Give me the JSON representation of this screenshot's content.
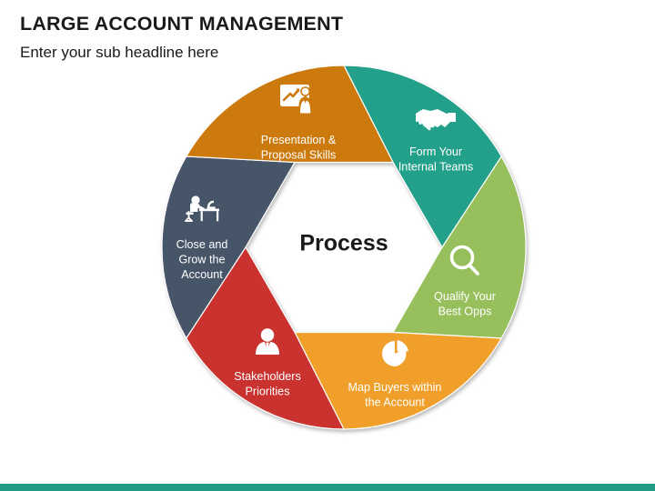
{
  "header": {
    "title": "LARGE ACCOUNT MANAGEMENT",
    "subtitle": "Enter your sub headline here"
  },
  "diagram": {
    "center_label": "Process",
    "type": "pinwheel-cycle-6",
    "accent_bar_color": "#229b84",
    "segments": [
      {
        "id": "form-internal-teams",
        "label_lines": [
          "Form Your",
          "Internal Teams"
        ],
        "color": "#23a089",
        "icon": "handshake-icon"
      },
      {
        "id": "qualify-best-opps",
        "label_lines": [
          "Qualify Your",
          "Best Opps"
        ],
        "color": "#97c05c",
        "icon": "magnifier-icon"
      },
      {
        "id": "map-buyers",
        "label_lines": [
          "Map Buyers within",
          "the Account"
        ],
        "color": "#f0a02a",
        "icon": "pie-chart-icon"
      },
      {
        "id": "stakeholders-priorities",
        "label_lines": [
          "Stakeholders",
          "Priorities"
        ],
        "color": "#c9322d",
        "icon": "person-tie-icon"
      },
      {
        "id": "close-grow-account",
        "label_lines": [
          "Close and",
          "Grow the",
          "Account"
        ],
        "color": "#475569",
        "icon": "person-at-desk-icon"
      },
      {
        "id": "presentation-proposal-skills",
        "label_lines": [
          "Presentation &",
          "Proposal Skills"
        ],
        "color": "#cc7a0e",
        "icon": "presenter-chart-icon"
      }
    ]
  }
}
